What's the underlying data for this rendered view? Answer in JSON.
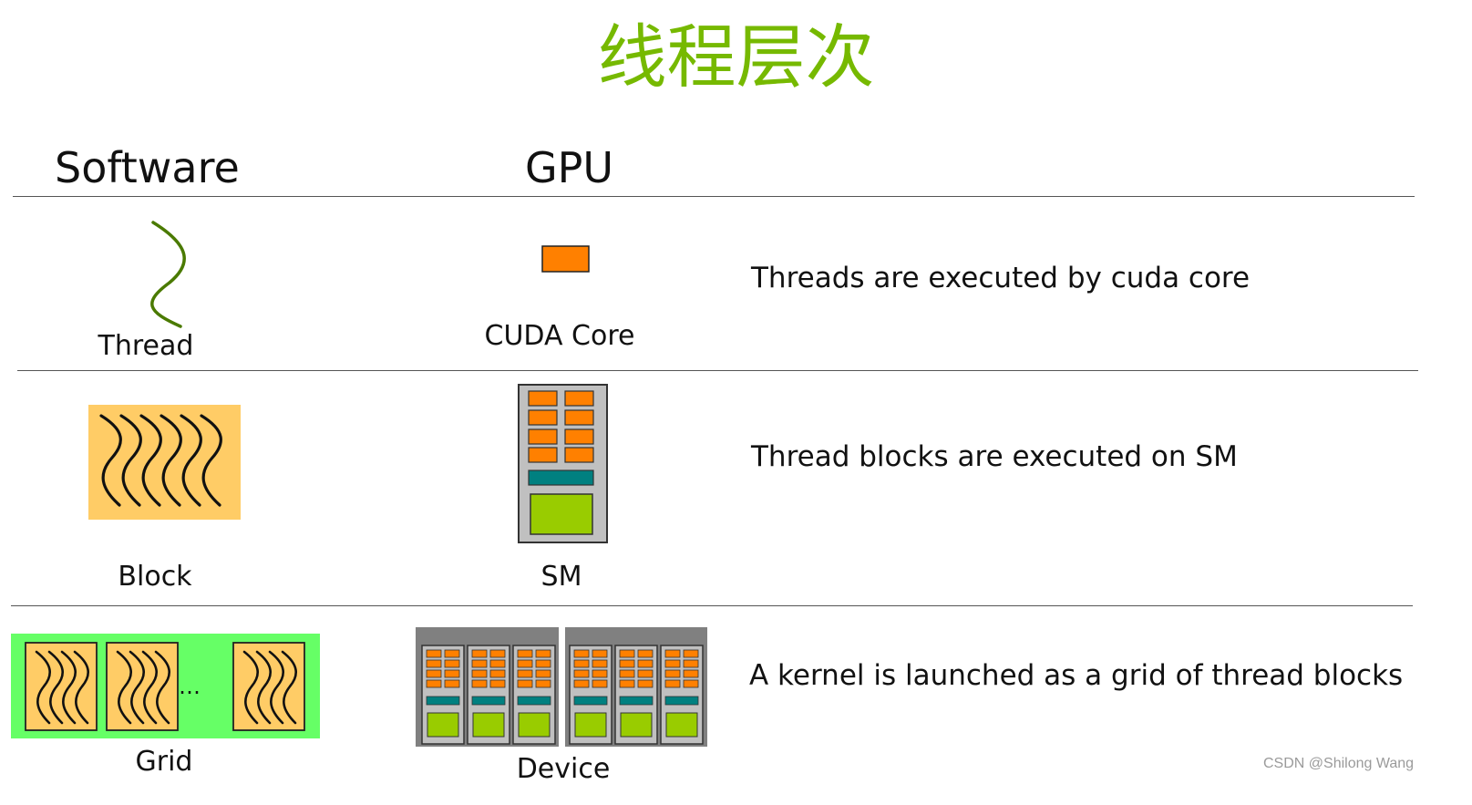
{
  "title": "线程层次",
  "columns": {
    "software": "Software",
    "gpu": "GPU"
  },
  "rows": [
    {
      "software_label": "Thread",
      "gpu_label": "CUDA Core",
      "description": "Threads are executed by cuda core"
    },
    {
      "software_label": "Block",
      "gpu_label": "SM",
      "description": "Thread blocks are executed on SM"
    },
    {
      "software_label": "Grid",
      "gpu_label": "Device",
      "description": "A kernel is launched as a grid of thread blocks"
    }
  ],
  "grid_ellipsis": "…",
  "watermark": "CSDN @Shilong Wang",
  "colors": {
    "title_green": "#76b900",
    "thread_green": "#4a7a00",
    "core_orange": "#ff8000",
    "block_fill": "#ffcc66",
    "grid_fill": "#66ff66",
    "sm_teal": "#008080",
    "sm_green": "#99cc00",
    "sm_gray": "#c0c0c0",
    "device_gray": "#808080"
  },
  "icons": {
    "thread": "thread-wave-icon",
    "cuda_core": "cuda-core-icon",
    "block": "thread-block-icon",
    "sm": "streaming-multiprocessor-icon",
    "grid": "thread-grid-icon",
    "device": "gpu-device-icon"
  }
}
